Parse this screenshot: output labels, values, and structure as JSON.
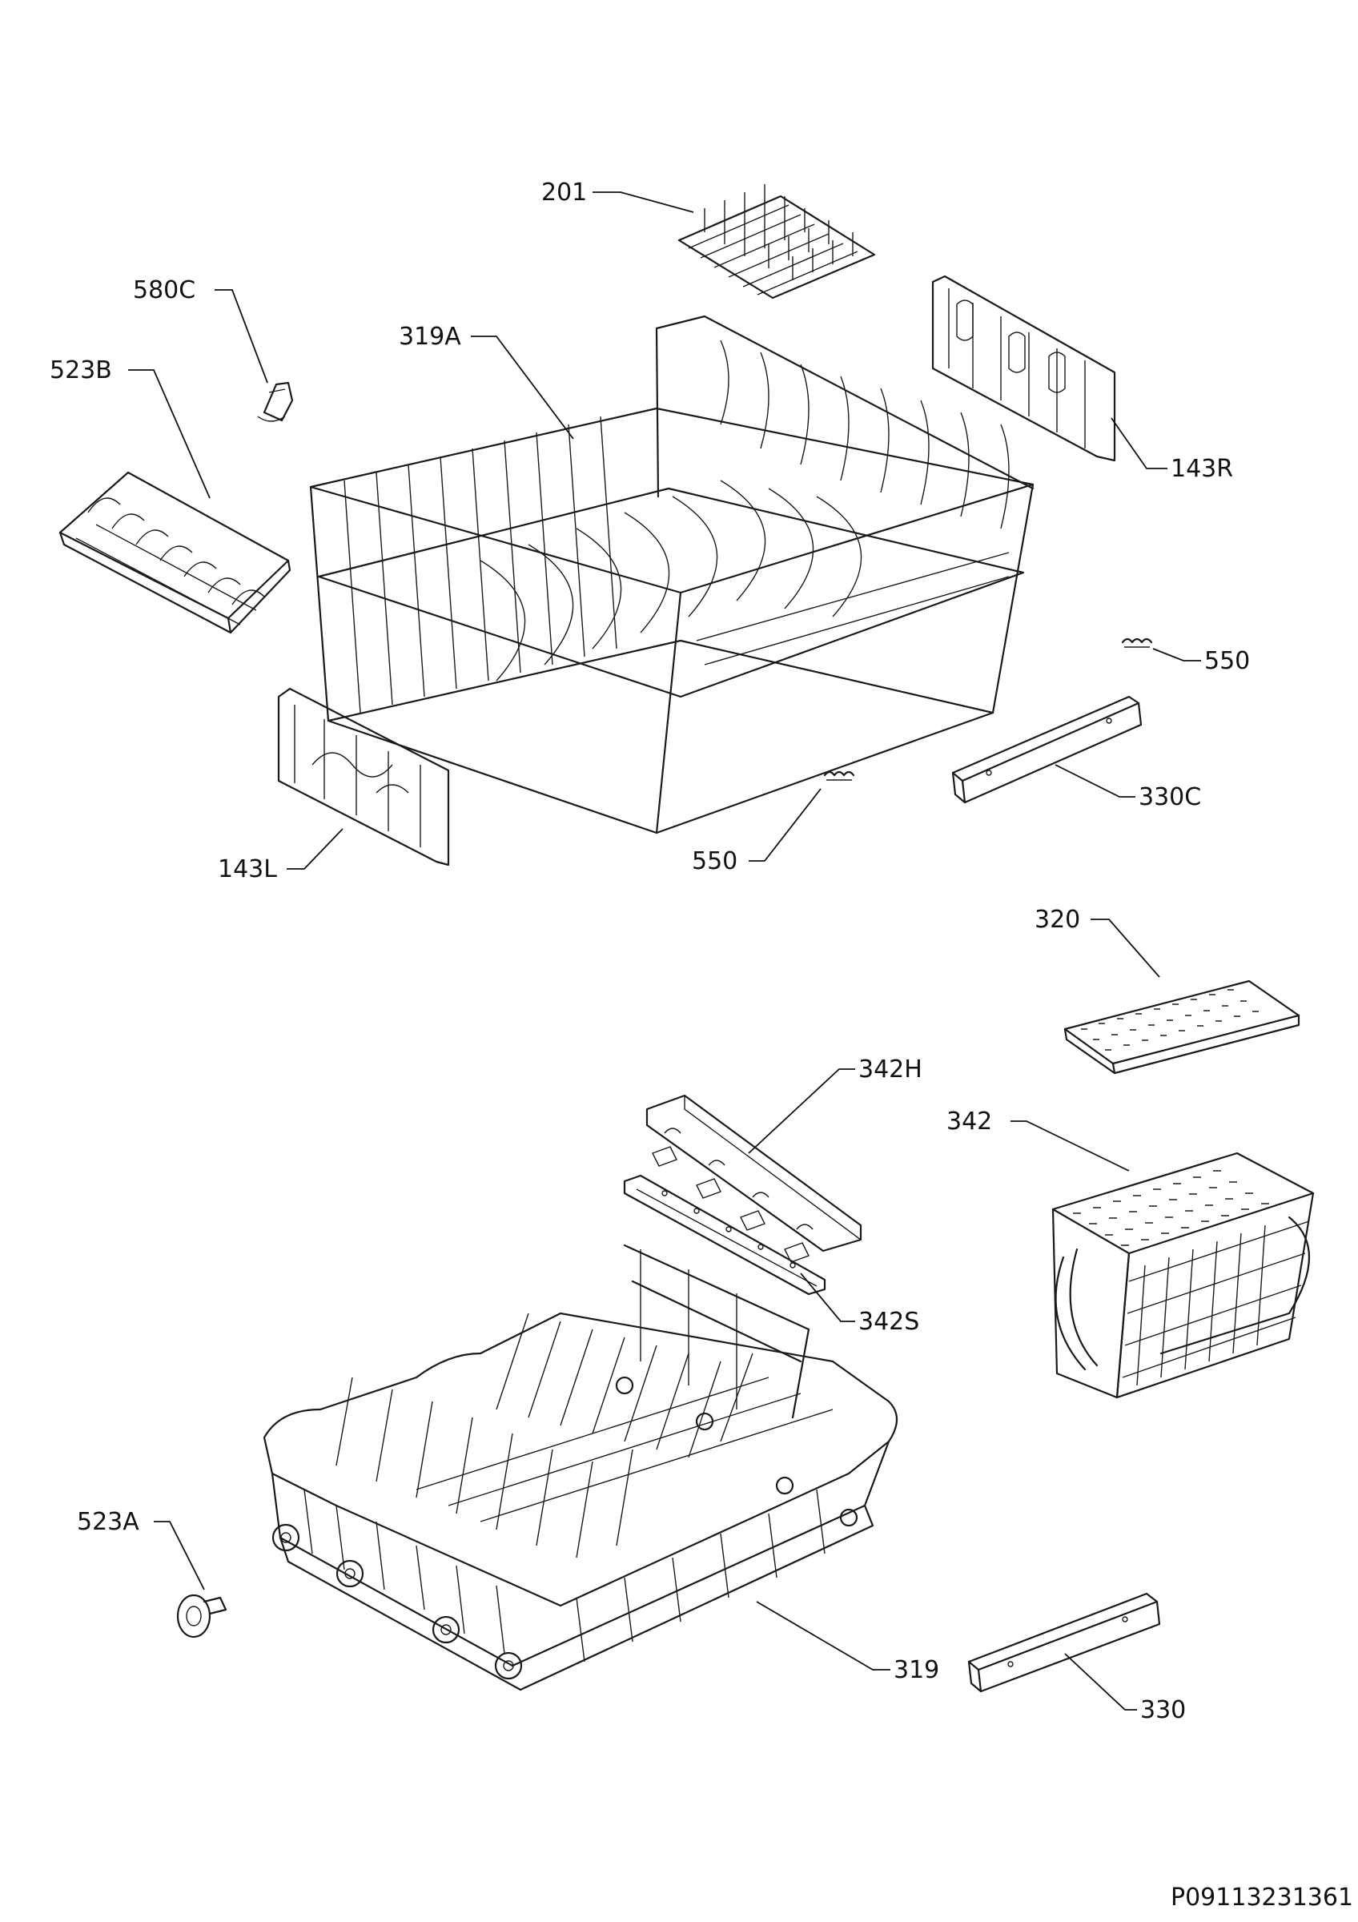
{
  "labels": {
    "p201": "201",
    "p580C": "580C",
    "p319A": "319A",
    "p523B": "523B",
    "p143R": "143R",
    "p550a": "550",
    "p330C": "330C",
    "p143L": "143L",
    "p550b": "550",
    "p320": "320",
    "p342H": "342H",
    "p342": "342",
    "p342S": "342S",
    "p523A": "523A",
    "p319": "319",
    "p330": "330"
  },
  "drawing_number": "P09113231361"
}
